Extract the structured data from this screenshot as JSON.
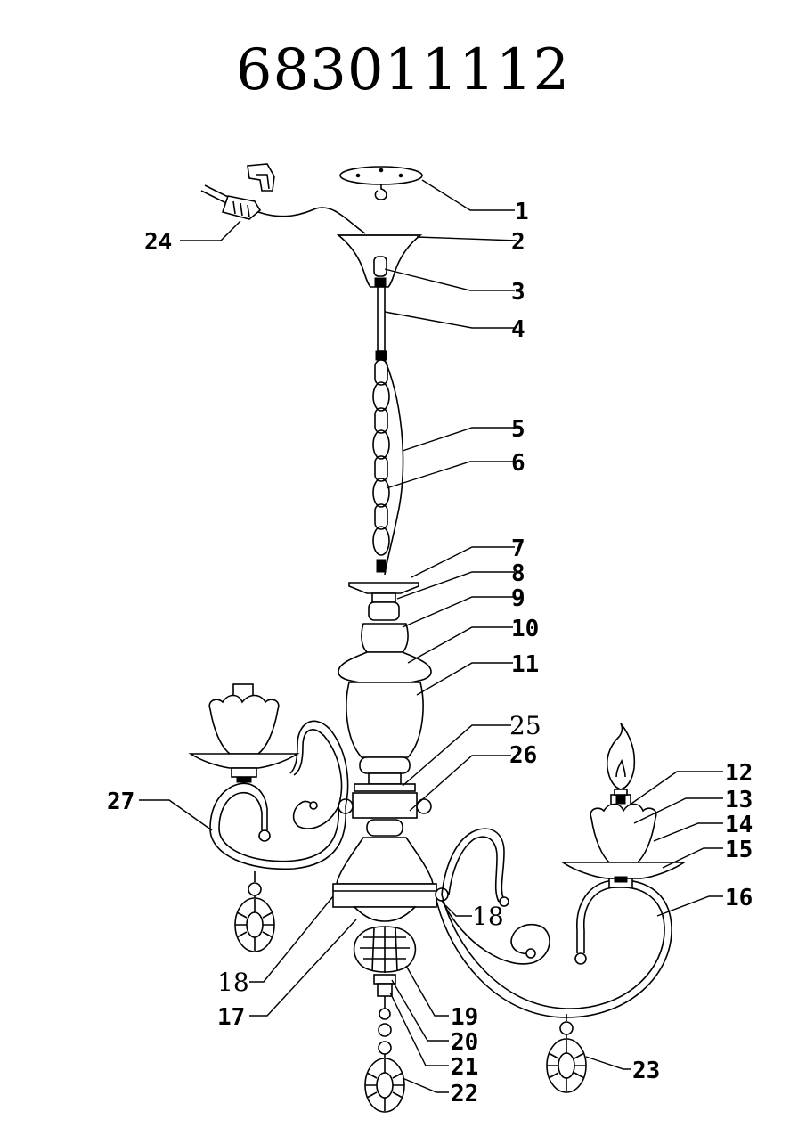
{
  "title": "683011112",
  "labels": [
    {
      "id": "1",
      "text": "1"
    },
    {
      "id": "2",
      "text": "2"
    },
    {
      "id": "3",
      "text": "3"
    },
    {
      "id": "4",
      "text": "4"
    },
    {
      "id": "5",
      "text": "5"
    },
    {
      "id": "6",
      "text": "6"
    },
    {
      "id": "7",
      "text": "7"
    },
    {
      "id": "8",
      "text": "8"
    },
    {
      "id": "9",
      "text": "9"
    },
    {
      "id": "10",
      "text": "10"
    },
    {
      "id": "11",
      "text": "11"
    },
    {
      "id": "12",
      "text": "12"
    },
    {
      "id": "13",
      "text": "13"
    },
    {
      "id": "14",
      "text": "14"
    },
    {
      "id": "15",
      "text": "15"
    },
    {
      "id": "16",
      "text": "16"
    },
    {
      "id": "17",
      "text": "17"
    },
    {
      "id": "18a",
      "text": "18"
    },
    {
      "id": "18b",
      "text": "18"
    },
    {
      "id": "19",
      "text": "19"
    },
    {
      "id": "20",
      "text": "20"
    },
    {
      "id": "21",
      "text": "21"
    },
    {
      "id": "22",
      "text": "22"
    },
    {
      "id": "23",
      "text": "23"
    },
    {
      "id": "24",
      "text": "24"
    },
    {
      "id": "25",
      "text": "25"
    },
    {
      "id": "26",
      "text": "26"
    },
    {
      "id": "27",
      "text": "27"
    }
  ],
  "colors": {
    "line": "#000000",
    "background": "#ffffff"
  }
}
